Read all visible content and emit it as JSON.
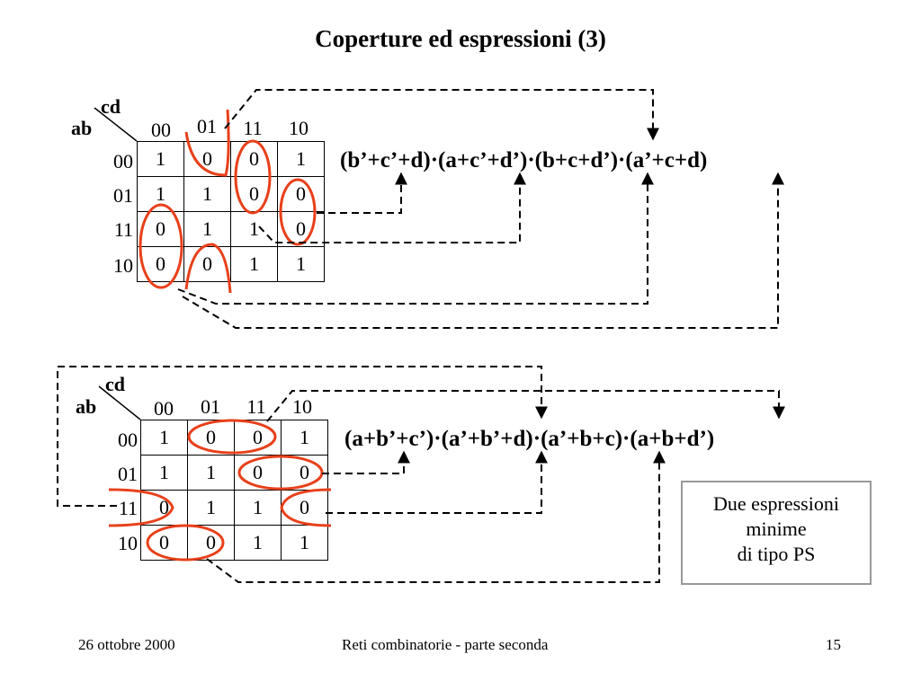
{
  "title": "Coperture ed espressioni (3)",
  "map_labels": {
    "cd": "cd",
    "ab": "ab"
  },
  "columns": [
    "00",
    "01",
    "11",
    "10"
  ],
  "rows": [
    "00",
    "01",
    "11",
    "10"
  ],
  "map_top": {
    "cells": [
      [
        "1",
        "0",
        "0",
        "1"
      ],
      [
        "1",
        "1",
        "0",
        "0"
      ],
      [
        "0",
        "1",
        "1",
        "0"
      ],
      [
        "0",
        "0",
        "1",
        "1"
      ]
    ],
    "expression": "(b’+c’+d)·(a+c’+d’)·(b+c+d’)·(a’+c+d)"
  },
  "map_bottom": {
    "cells": [
      [
        "1",
        "0",
        "0",
        "1"
      ],
      [
        "1",
        "1",
        "0",
        "0"
      ],
      [
        "0",
        "1",
        "1",
        "0"
      ],
      [
        "0",
        "0",
        "1",
        "1"
      ]
    ],
    "expression": "(a+b’+c’)·(a’+b’+d)·(a’+b+c)·(a+b+d’)"
  },
  "note": [
    "Due espressioni",
    "minime",
    "di tipo PS"
  ],
  "footer": {
    "date": "26 ottobre 2000",
    "course": "Reti combinatorie - parte seconda",
    "page": "15"
  },
  "colors": {
    "circle": "#e8401a",
    "line": "#000000",
    "note_border": "#999999"
  }
}
